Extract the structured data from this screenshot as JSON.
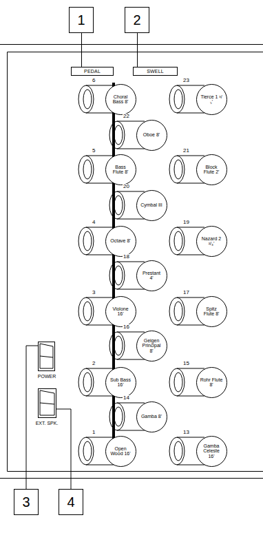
{
  "diagram": {
    "nodes": [
      {
        "text": [
          "1"
        ]
      },
      {
        "text": [
          "2"
        ]
      },
      {
        "text": [
          "PEDAL"
        ]
      },
      {
        "text": [
          "SWELL"
        ]
      },
      {
        "text": [
          "Choral Bass 8'"
        ]
      },
      {
        "text": [
          "Tierce 1 ³/₅'"
        ]
      },
      {
        "text": [
          "Oboe 8'"
        ]
      },
      {
        "text": [
          "Bass Flute 8'"
        ]
      },
      {
        "text": [
          "Block Flute 2'"
        ]
      },
      {
        "text": [
          "Cymbal III"
        ]
      },
      {
        "text": [
          "Octave 8'"
        ]
      },
      {
        "text": [
          "Nazard 2 ²/₃'"
        ]
      },
      {
        "text": [
          "Prestant 4'"
        ]
      },
      {
        "text": [
          "Violone 16'"
        ]
      },
      {
        "text": [
          "Spitz Flute 8'"
        ]
      },
      {
        "text": [
          "Geigen Principal 8'"
        ]
      },
      {
        "text": [
          "Sub Bass 16'"
        ]
      },
      {
        "text": [
          "Rohr Flute 8'"
        ]
      },
      {
        "text": [
          "Gamba 8'"
        ]
      },
      {
        "text": [
          "Open Wood 16'"
        ]
      },
      {
        "text": [
          "Gamba Celeste 16'"
        ]
      },
      {
        "text": [
          "3"
        ]
      },
      {
        "text": [
          "4"
        ]
      }
    ],
    "edges": [
      {
        "from": 0,
        "to": 2,
        "arrow": "none"
      },
      {
        "from": 1,
        "to": 3,
        "arrow": "none"
      }
    ],
    "labels": [
      "6",
      "23",
      "22",
      "5",
      "21",
      "20",
      "4",
      "19",
      "18",
      "3",
      "17",
      "16",
      "2",
      "15",
      "14",
      "1",
      "13",
      "POWER",
      "EXT. SPK."
    ]
  }
}
